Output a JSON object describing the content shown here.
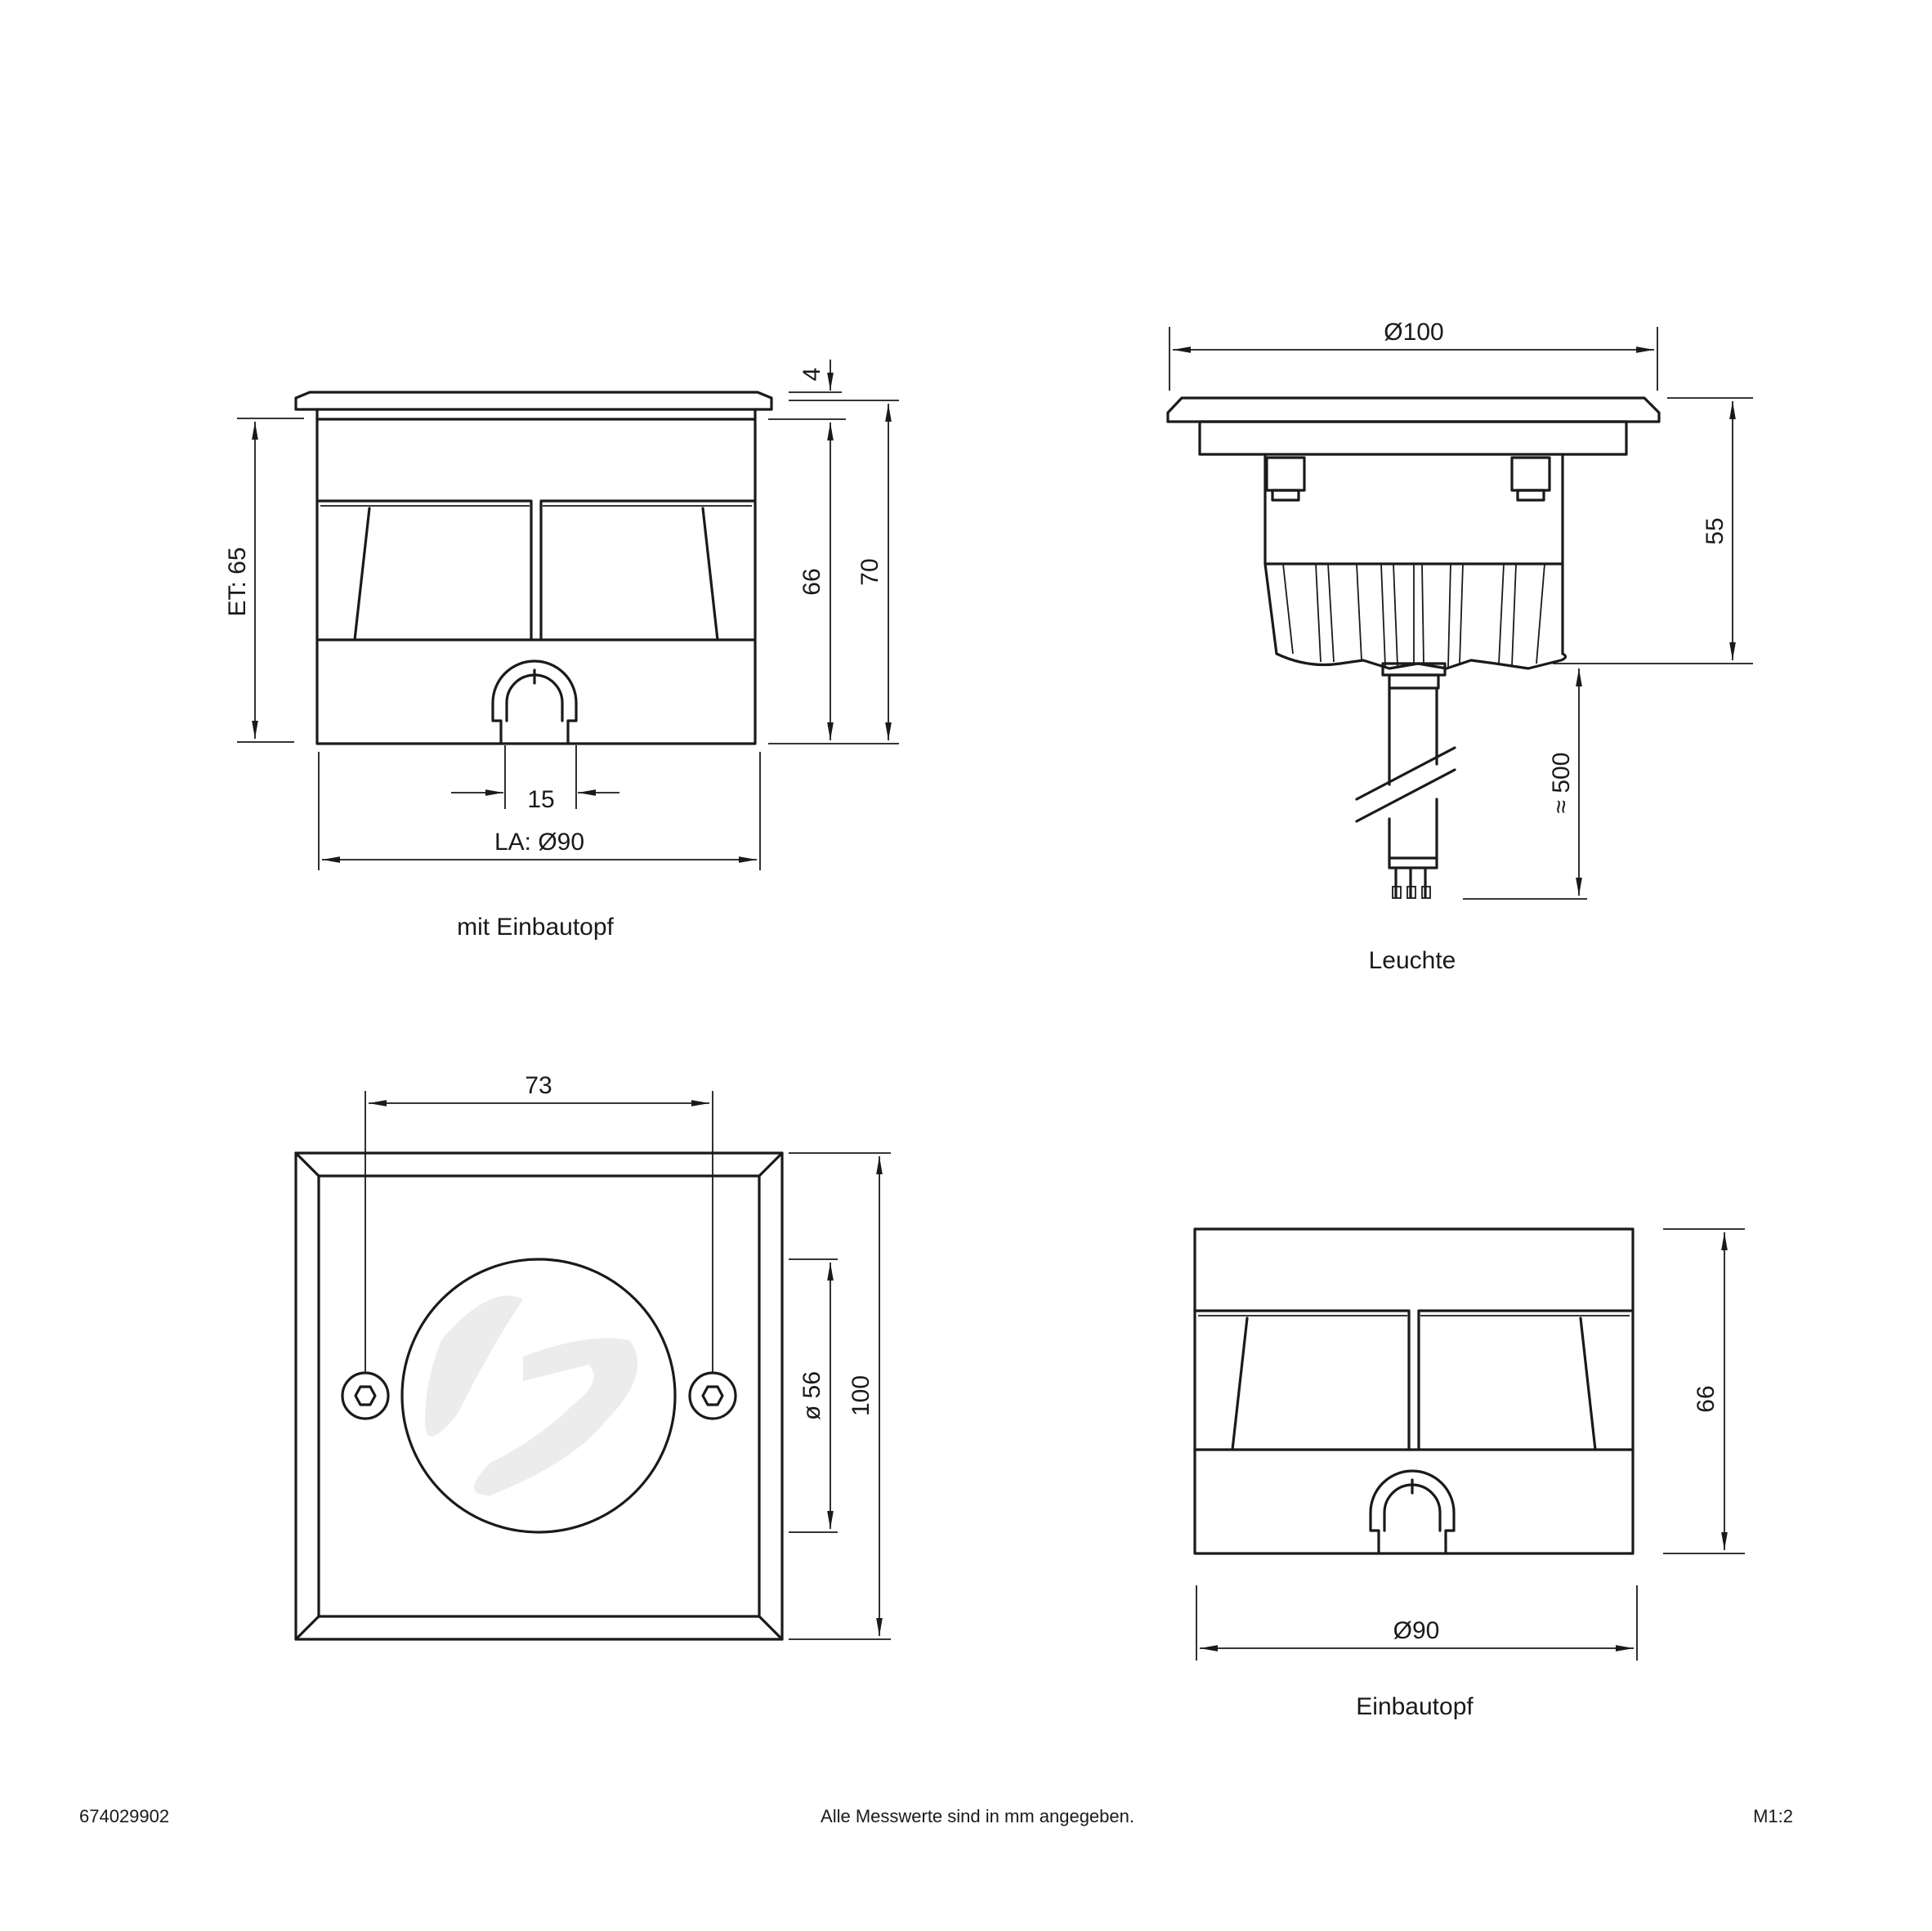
{
  "views": {
    "mit_einbautopf": {
      "caption": "mit Einbautopf",
      "dims": {
        "et": "ET: 65",
        "d66": "66",
        "d70": "70",
        "d4": "4",
        "d15": "15",
        "la": "LA: Ø90"
      }
    },
    "leuchte": {
      "caption": "Leuchte",
      "dims": {
        "d100": "Ø100",
        "d55": "55",
        "d500": "≈ 500"
      }
    },
    "draufsicht": {
      "dims": {
        "d73": "73",
        "d56": "ø 56",
        "d100": "100"
      }
    },
    "einbautopf": {
      "caption": "Einbautopf",
      "dims": {
        "d66": "66",
        "d90": "Ø90"
      }
    }
  },
  "footer": {
    "article": "674029902",
    "note": "Alle Messwerte sind in mm angegeben.",
    "scale": "M1:2"
  }
}
